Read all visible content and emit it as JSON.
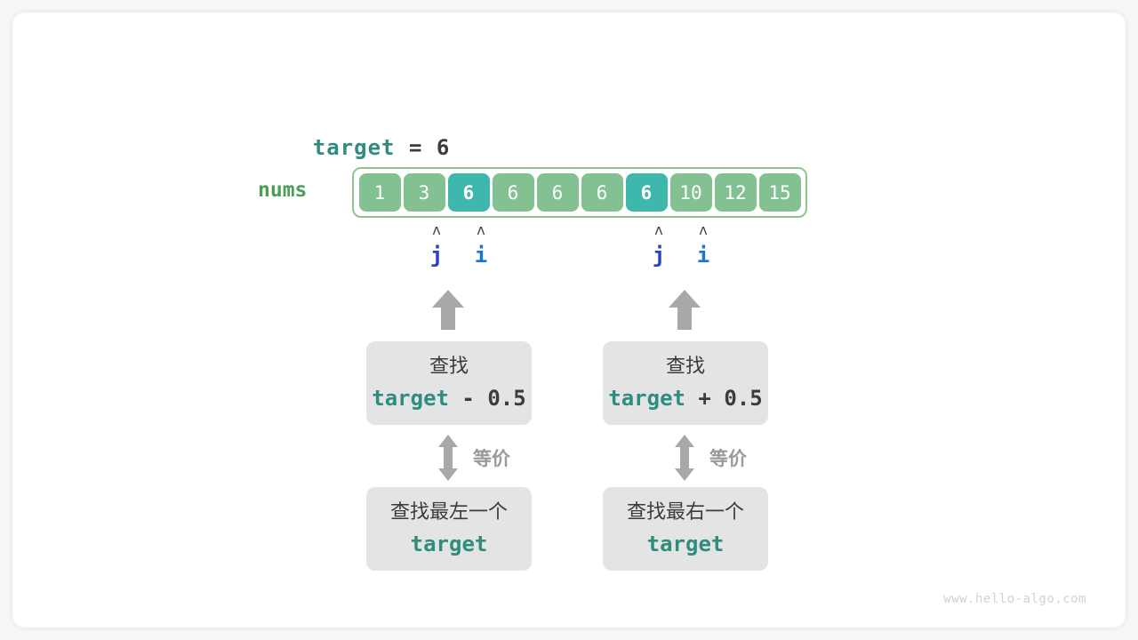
{
  "target_line": {
    "name": "target",
    "equals": " = ",
    "value": "6"
  },
  "array": {
    "label": "nums",
    "cells": [
      {
        "value": "1",
        "highlight": false
      },
      {
        "value": "3",
        "highlight": false
      },
      {
        "value": "6",
        "highlight": true
      },
      {
        "value": "6",
        "highlight": false
      },
      {
        "value": "6",
        "highlight": false
      },
      {
        "value": "6",
        "highlight": false
      },
      {
        "value": "6",
        "highlight": true
      },
      {
        "value": "10",
        "highlight": false
      },
      {
        "value": "12",
        "highlight": false
      },
      {
        "value": "15",
        "highlight": false
      }
    ],
    "colors": {
      "cell": "#83c193",
      "cell_highlight": "#3eb7ad",
      "container_border": "#8cc68c",
      "label": "#4b9e54"
    }
  },
  "markers": {
    "caret": "ʌ",
    "left_group": {
      "j": "j",
      "i": "i"
    },
    "right_group": {
      "j": "j",
      "i": "i"
    },
    "colors": {
      "j": "#2b3fc4",
      "i": "#1976d2"
    }
  },
  "left_branch": {
    "upper_box": {
      "line1": "查找",
      "token": "target",
      "operator": " - ",
      "operand": "0.5"
    },
    "equivalence_label": "等价",
    "lower_box": {
      "line1": "查找最左一个",
      "token": "target"
    }
  },
  "right_branch": {
    "upper_box": {
      "line1": "查找",
      "token": "target",
      "operator": " + ",
      "operand": "0.5"
    },
    "equivalence_label": "等价",
    "lower_box": {
      "line1": "查找最右一个",
      "token": "target"
    }
  },
  "watermark": "www.hello-algo.com",
  "colors": {
    "teal": "#2f8d7f",
    "dark_text": "#3c3c3c",
    "arrow_gray": "#a8a8a8",
    "box_gray": "#e4e4e4"
  }
}
